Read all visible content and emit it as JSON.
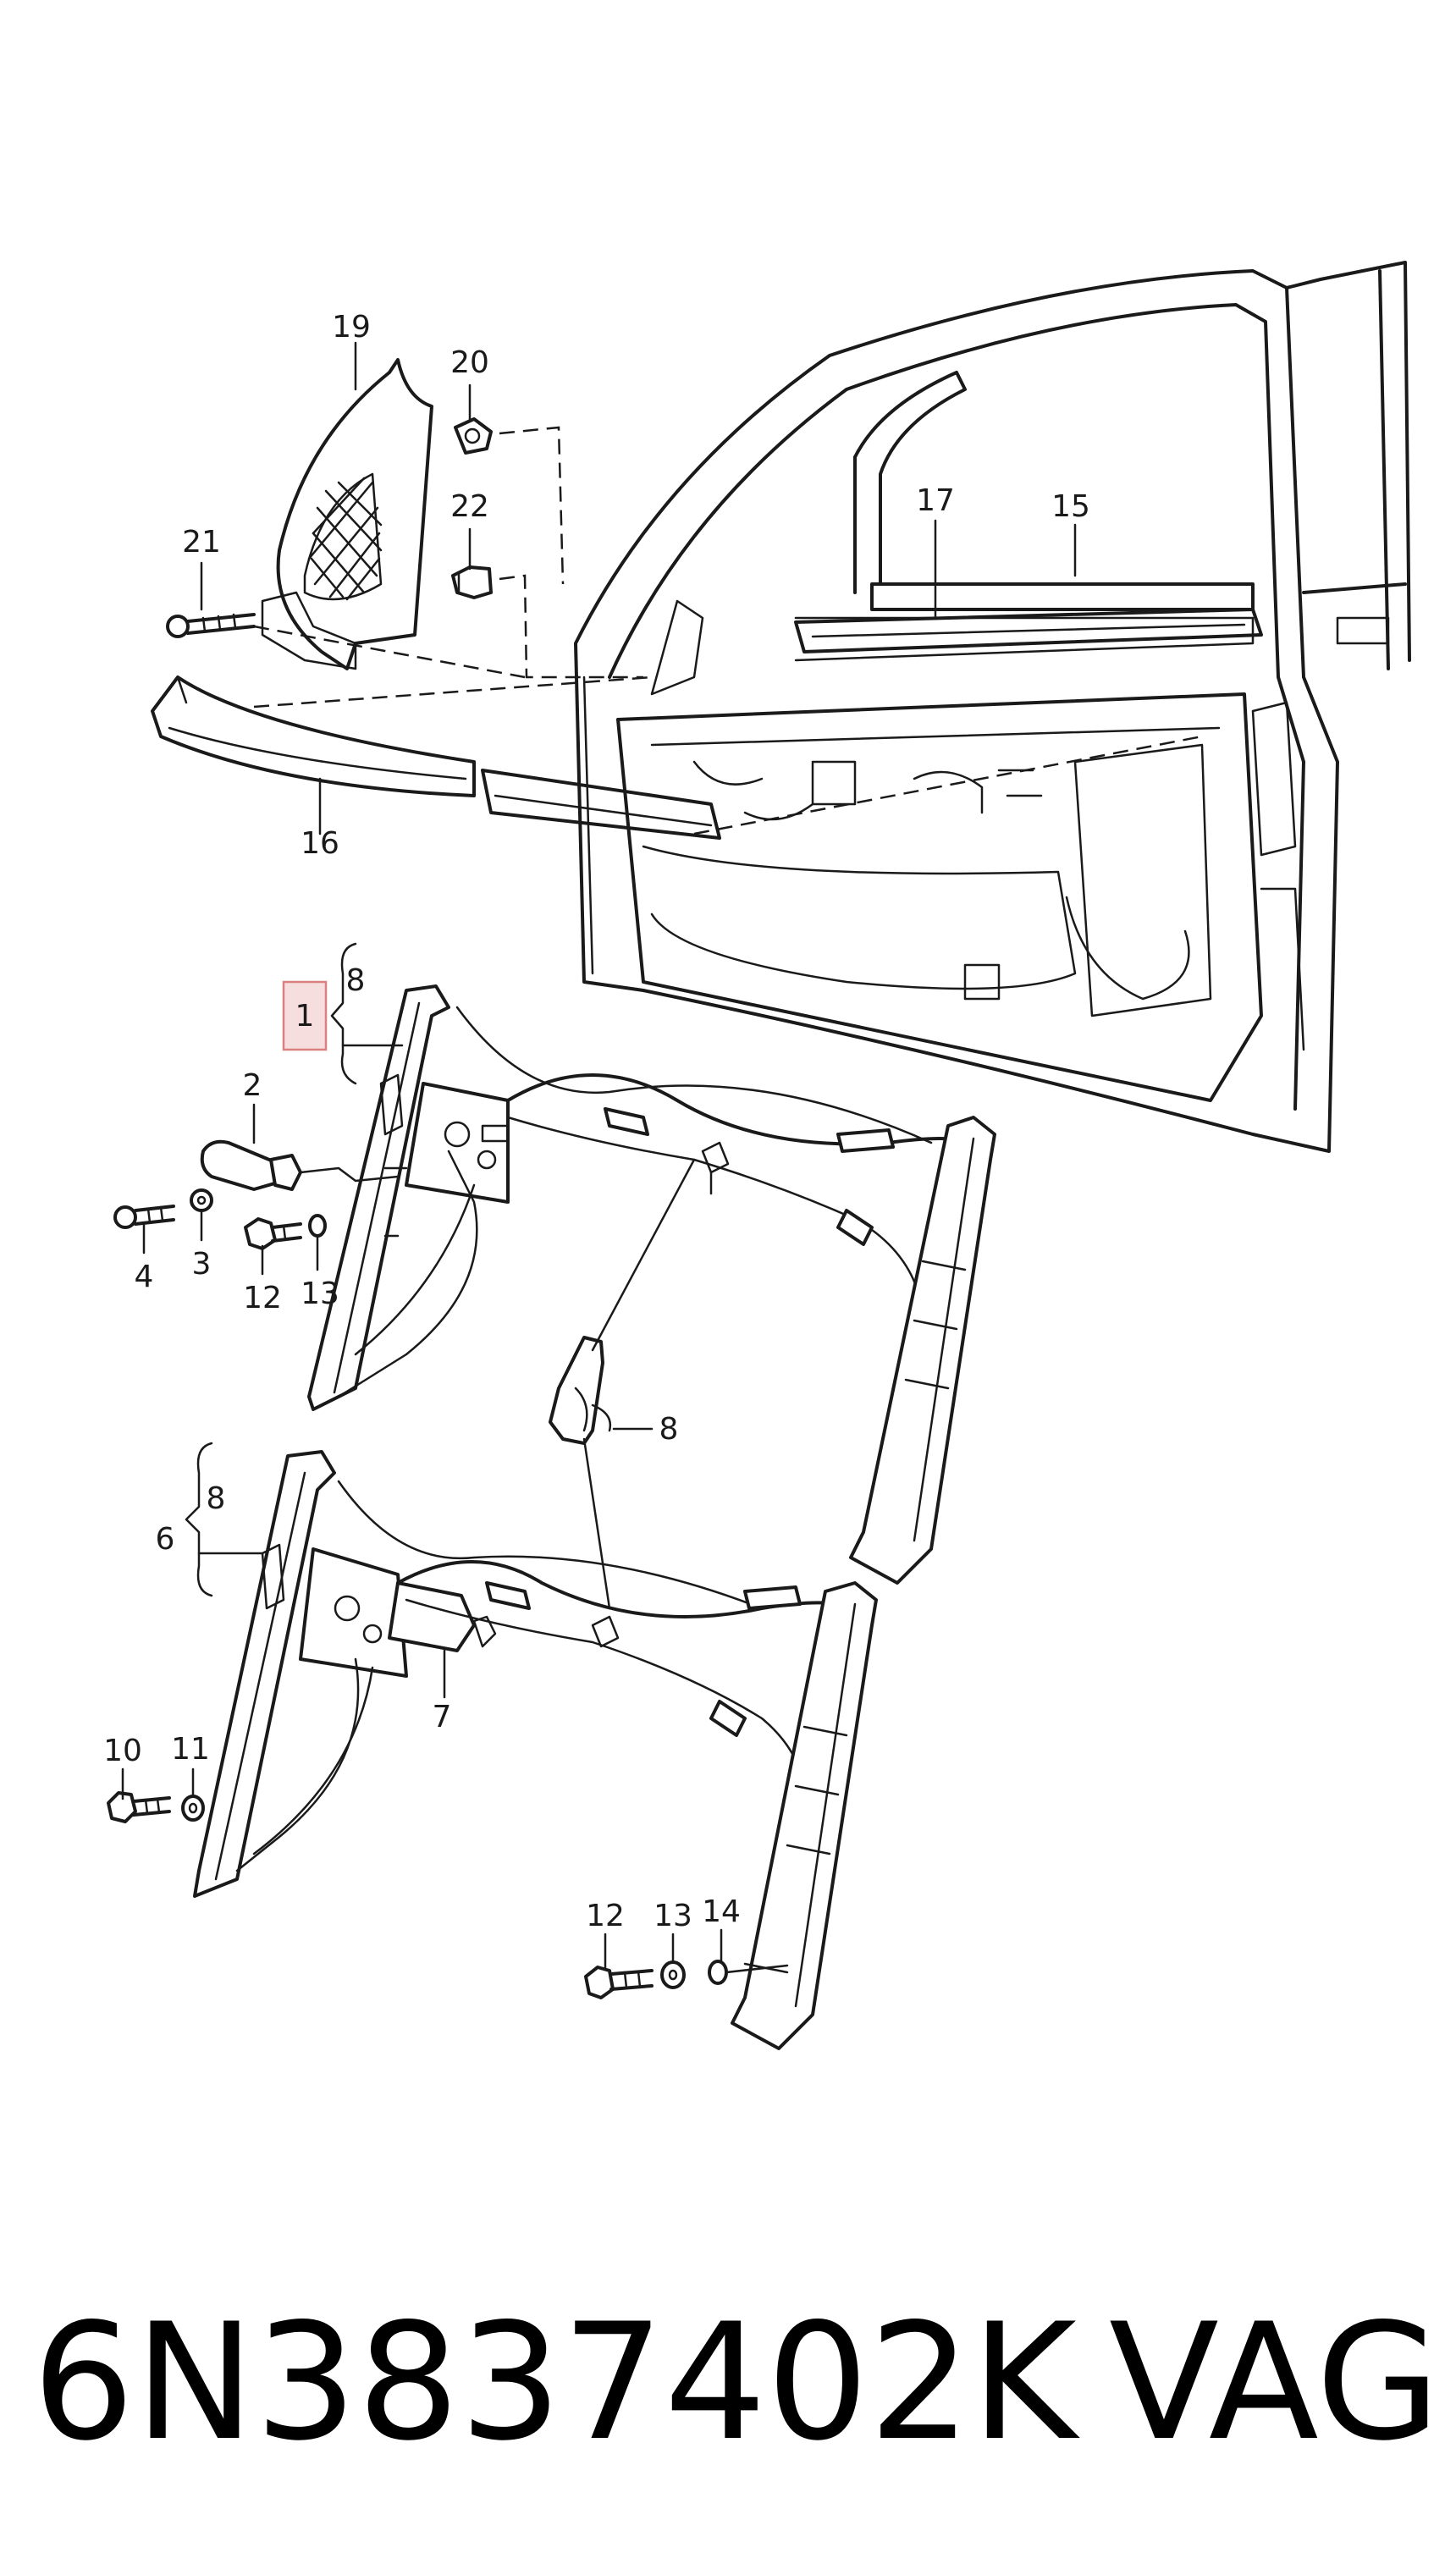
{
  "callouts": {
    "c1": "1",
    "c2": "2",
    "c3": "3",
    "c4": "4",
    "c6": "6",
    "c7": "7",
    "c8a": "8",
    "c8b": "8",
    "c8c": "8",
    "c10": "10",
    "c11": "11",
    "c12a": "12",
    "c12b": "12",
    "c13a": "13",
    "c13b": "13",
    "c14": "14",
    "c15": "15",
    "c16": "16",
    "c17": "17",
    "c19": "19",
    "c20": "20",
    "c21": "21",
    "c22": "22"
  },
  "footer": {
    "part_number": "6N3837402K",
    "brand": "VAG"
  },
  "colors": {
    "line": "#1a1a1a",
    "highlight_fill": "#f6dede",
    "highlight_stroke": "#d98080"
  }
}
